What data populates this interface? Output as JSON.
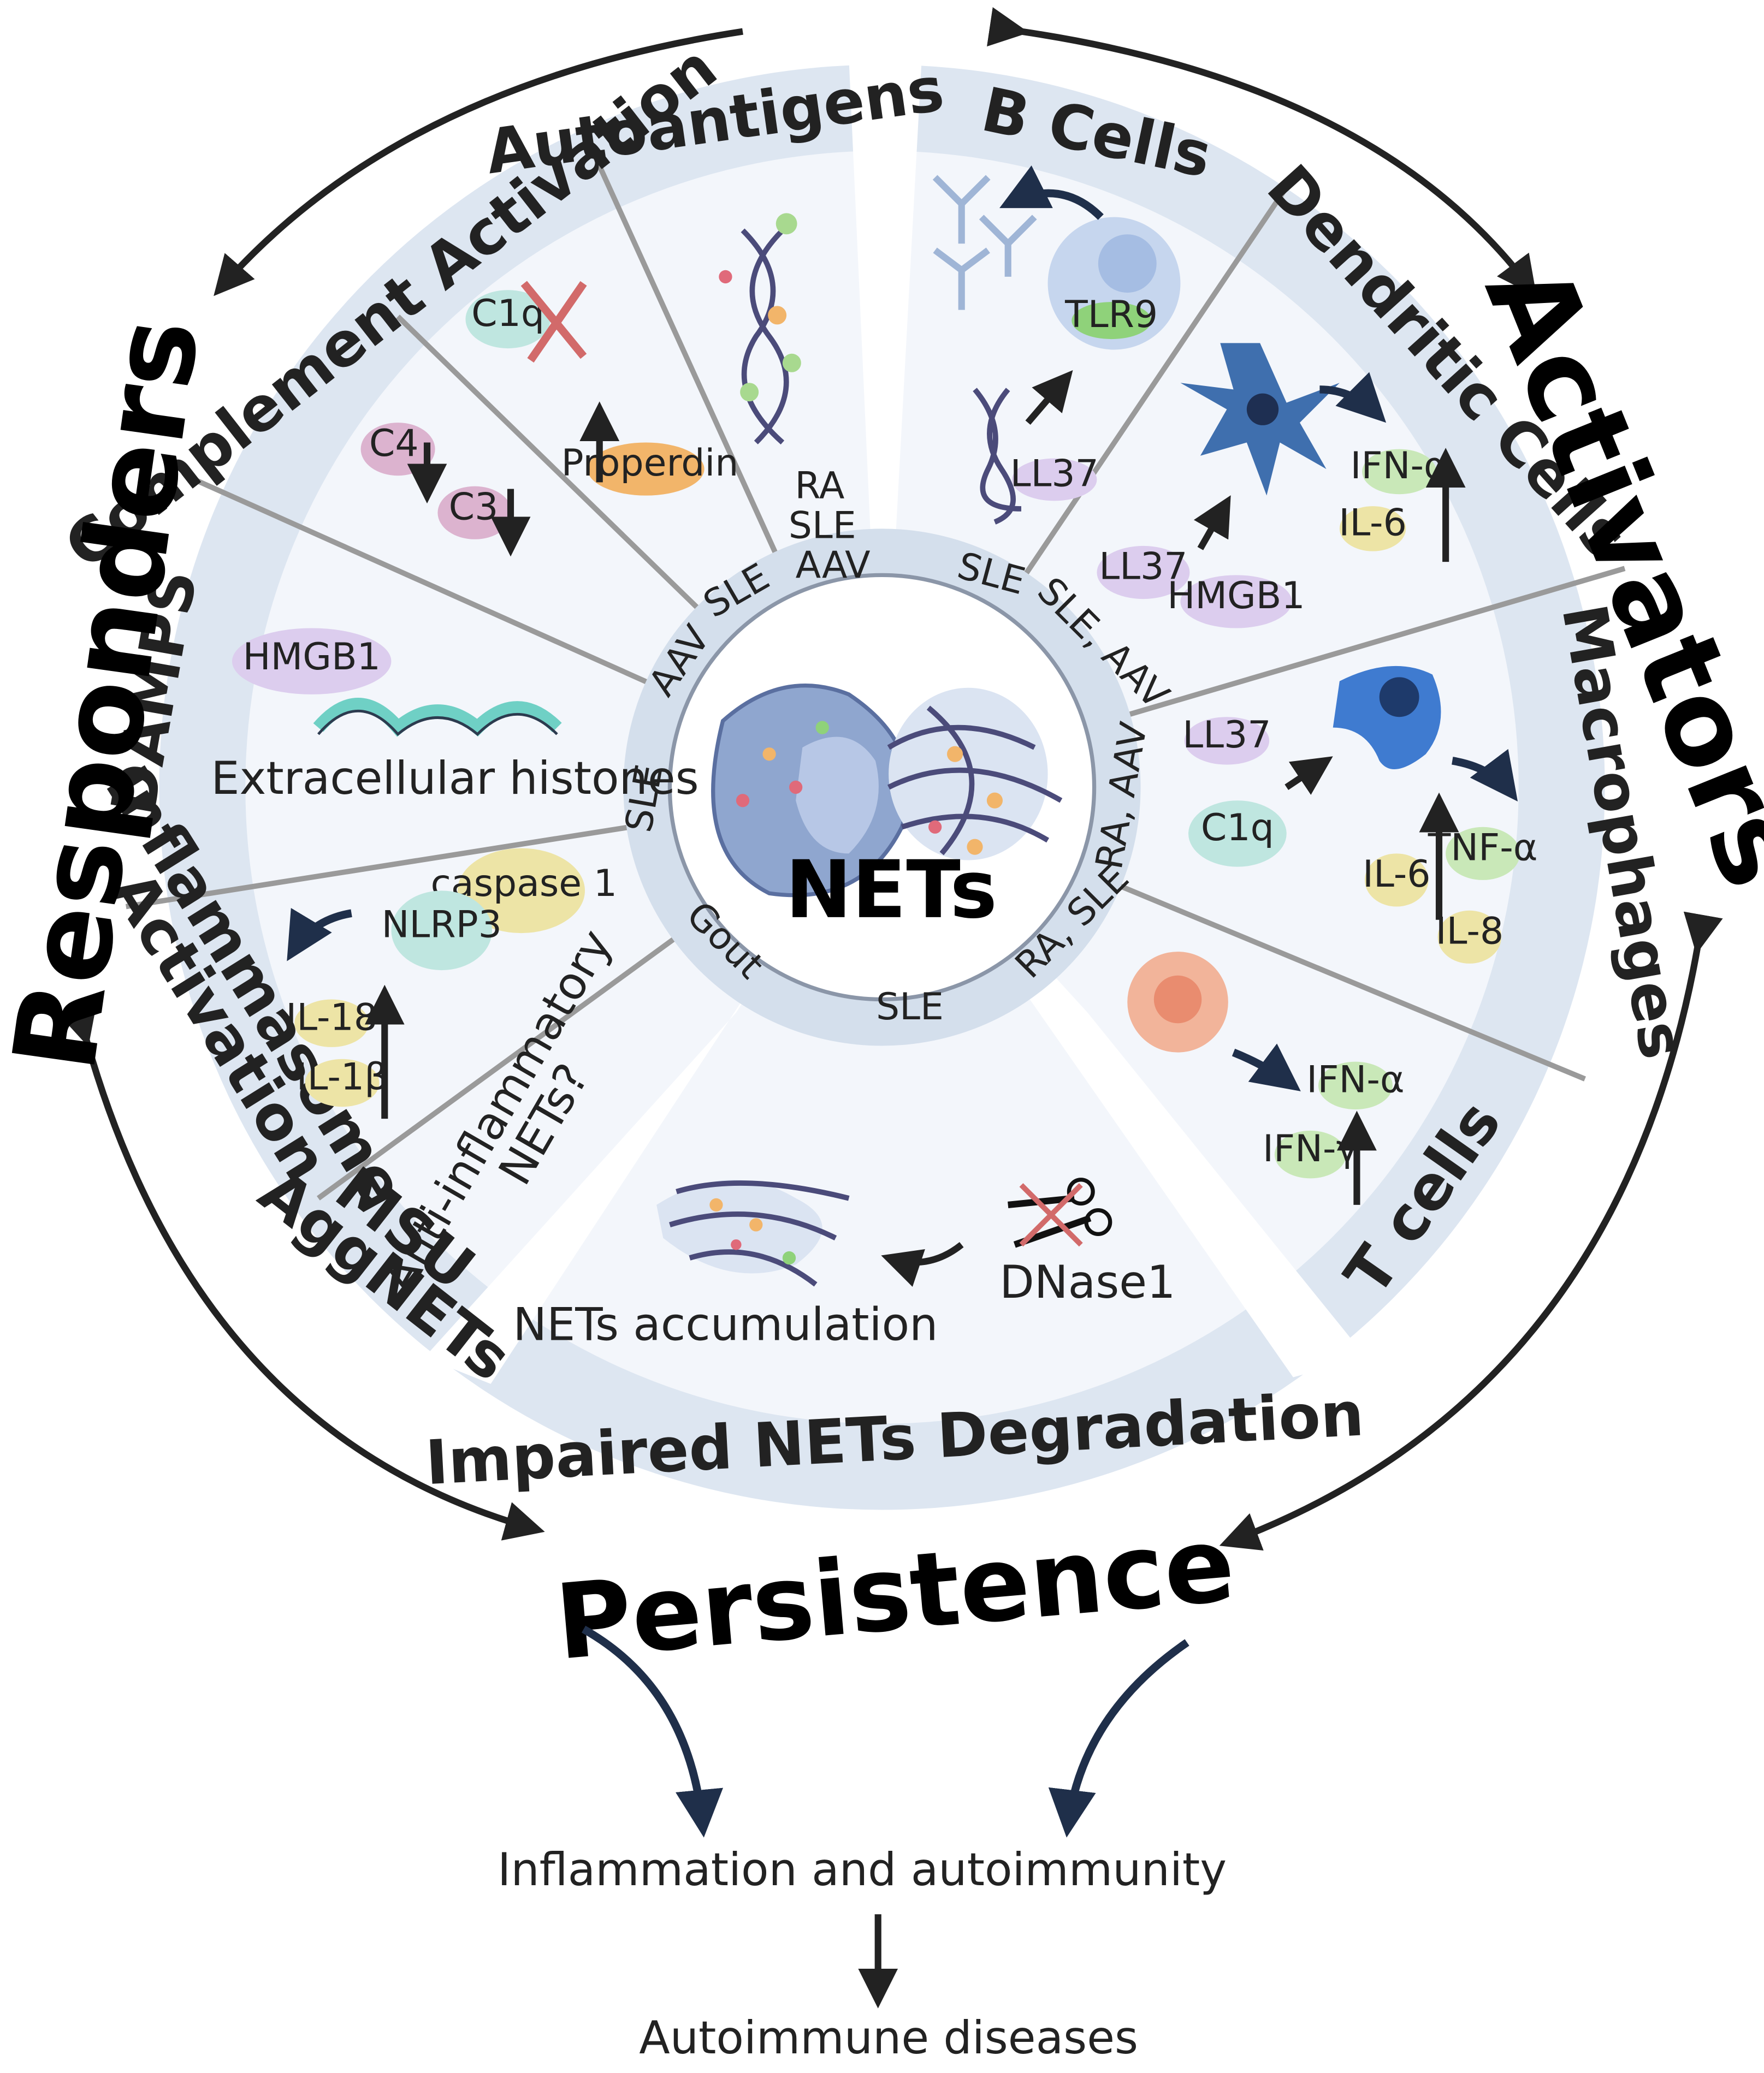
{
  "center": {
    "title": "NETs"
  },
  "main_labels": {
    "responders": "Responders",
    "activators": "Activators",
    "persistence": "Persistence"
  },
  "segments": {
    "b_cells": "B Cells",
    "dendritic_cells": "Dendritic Cells",
    "macrophages": "Macrophages",
    "t_cells": "T cells",
    "impaired_degradation": "Impaired NETs Degradation",
    "msu": "MSU",
    "aggnets": "AggNETs",
    "inflammasome_1": "Inflammasome",
    "inflammasome_2": "Activation",
    "damps": "DAMPS",
    "complement": "Complement Activation",
    "autoantigens": "Autoantigens"
  },
  "ring_diseases": {
    "autoantigens_ra": "RA",
    "autoantigens_sle": "SLE",
    "autoantigens_aav": "AAV",
    "b_cells": "SLE",
    "dendritic": "SLE, AAV",
    "macrophages": "RA, AAV",
    "t_cells": "RA, SLE",
    "degradation": "SLE",
    "gout": "Gout",
    "damps": "SLE",
    "complement_aav": "AAV",
    "complement_sle": "SLE"
  },
  "molecules": {
    "tlr9": "TLR9",
    "ll37_b": "LL37",
    "ifn_alpha_dc": "IFN-α",
    "il6_dc": "IL-6",
    "ll37_dc": "LL37",
    "hmgb1_dc": "HMGB1",
    "ll37_mac": "LL37",
    "c1q_mac": "C1q",
    "tnf_alpha": "TNF-α",
    "il6_mac": "IL-6",
    "il8": "IL-8",
    "ifn_alpha_t": "IFN-α",
    "ifn_gamma": "IFN-γ",
    "dnase1": "DNase1",
    "nets_accumulation": "NETs accumulation",
    "anti_inflammatory_1": "Anti-inflammatory",
    "anti_inflammatory_2": "NETs?",
    "nlrp3": "NLRP3",
    "caspase1": "caspase 1",
    "il18": "IL-18",
    "il1b": "IL-1β",
    "hmgb1_damps": "HMGB1",
    "histones": "Extracellular histones",
    "c4": "C4",
    "c3": "C3",
    "c1q_comp": "C1q",
    "properdin": "Properdin"
  },
  "outcomes": {
    "inflammation": "Inflammation and autoimmunity",
    "autoimmune": "Autoimmune diseases"
  },
  "colors": {
    "segment_fill": "#dde6f1",
    "segment_inner": "#f3f6fb",
    "green": "#c9e8b8",
    "yellow": "#ede4a6",
    "purple": "#dccdee",
    "pink": "#dcb3cf",
    "teal": "#bfe6e0",
    "orange": "#f2b56a",
    "cell_blue": "#3f6fae"
  }
}
